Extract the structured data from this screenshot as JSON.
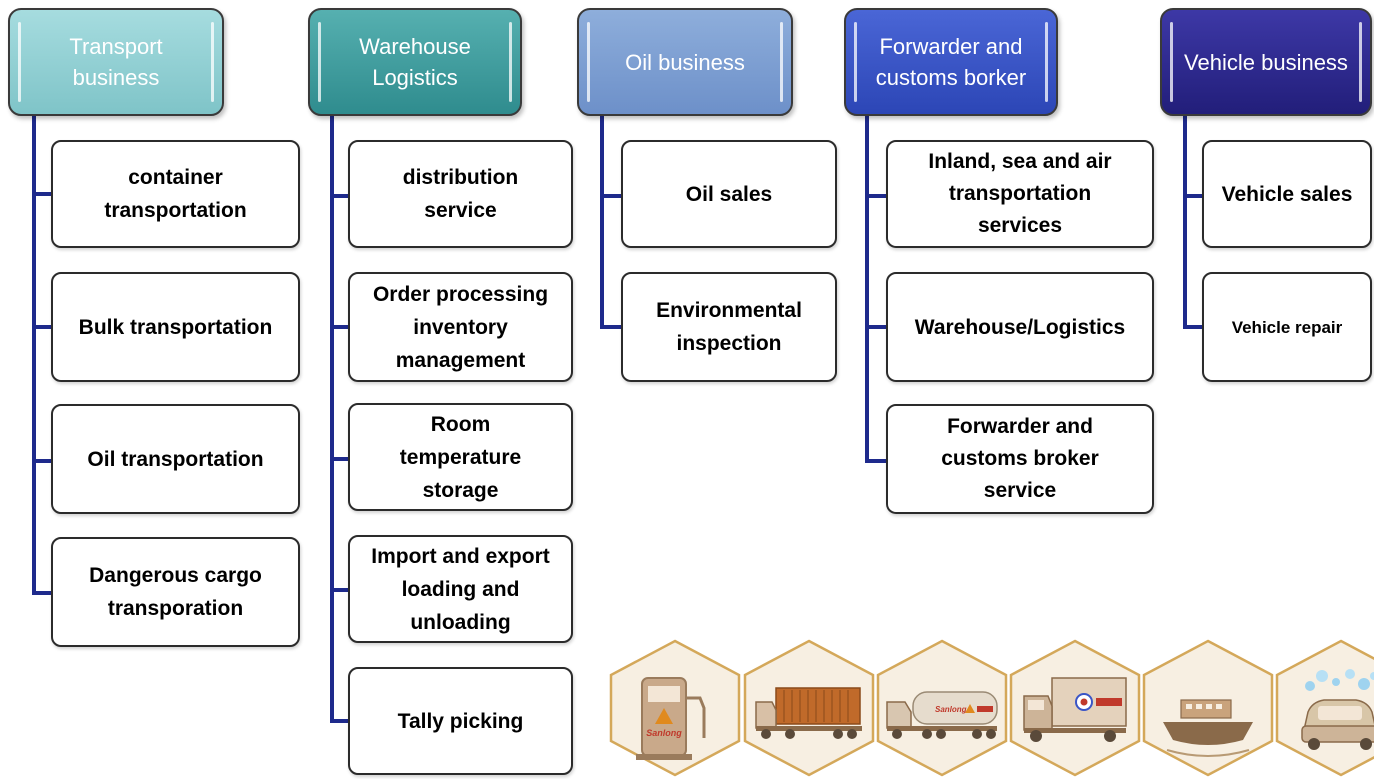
{
  "categories": {
    "transport": {
      "label": "Transport business",
      "color": "#8fd0d3",
      "items": [
        "container transportation",
        "Bulk transportation",
        "Oil transportation",
        "Dangerous cargo transporation"
      ]
    },
    "warehouse": {
      "label": "Warehouse Logistics",
      "color": "#3f9c9e",
      "items": [
        "distribution service",
        "Order processing inventory management",
        "Room temperature storage",
        "Import and export loading and unloading",
        "Tally picking"
      ]
    },
    "oil": {
      "label": "Oil business",
      "color": "#7c9dd2",
      "items": [
        "Oil sales",
        "Environmental inspection"
      ]
    },
    "forwarder": {
      "label": "Forwarder and customs borker",
      "color": "#3a55c6",
      "items": [
        "Inland, sea and air transportation services",
        "Warehouse/Logistics",
        "Forwarder and customs broker service"
      ]
    },
    "vehicle": {
      "label": "Vehicle business",
      "color": "#2b2788",
      "items": [
        "Vehicle sales",
        "Vehicle repair"
      ]
    }
  },
  "connector_color": "#1e2a8c",
  "hexagon_icons": [
    "fuel-pump-icon",
    "container-truck-icon",
    "tanker-truck-icon",
    "box-truck-icon",
    "ship-icon",
    "car-wash-icon"
  ],
  "hexagon_border_color": "#d4a85a"
}
